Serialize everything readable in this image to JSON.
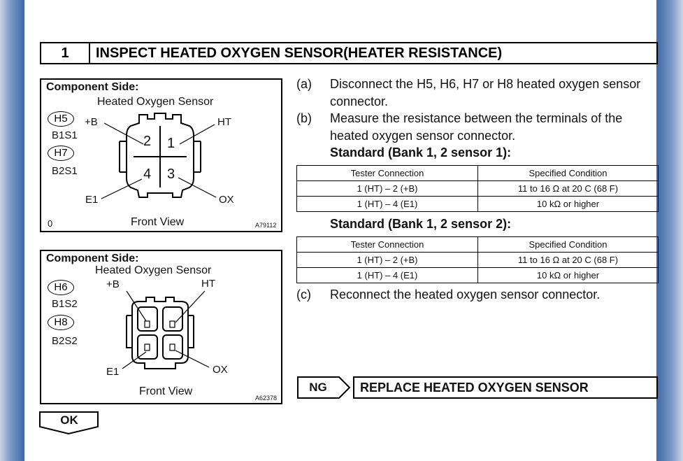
{
  "section": {
    "number": "1",
    "title": "INSPECT HEATED OXYGEN SENSOR(HEATER RESISTANCE)"
  },
  "diagram1": {
    "component_side": "Component Side:",
    "sensor_name": "Heated Oxygen Sensor",
    "circle1": "H5",
    "code1": "B1S1",
    "circle2": "H7",
    "code2": "B2S1",
    "pin_plus_b": "+B",
    "pin_ht": "HT",
    "pin_e1": "E1",
    "pin_ox": "OX",
    "terminals": [
      "2",
      "1",
      "4",
      "3"
    ],
    "view": "Front View",
    "corner_mark": "0",
    "figure_id": "A79112"
  },
  "diagram2": {
    "component_side": "Component Side:",
    "sensor_name": "Heated Oxygen Sensor",
    "circle1": "H6",
    "code1": "B1S2",
    "circle2": "H8",
    "code2": "B2S2",
    "pin_plus_b": "+B",
    "pin_ht": "HT",
    "pin_e1": "E1",
    "pin_ox": "OX",
    "view": "Front View",
    "figure_id": "A62378"
  },
  "steps": {
    "a_label": "(a)",
    "a_line1": "Disconnect the H5, H6, H7 or H8 heated oxygen sensor",
    "a_line2": "connector.",
    "b_label": "(b)",
    "b_line1": "Measure the resistance between the terminals of the",
    "b_line2": "heated oxygen sensor connector.",
    "c_label": "(c)",
    "c_line1": "Reconnect the heated oxygen sensor connector."
  },
  "standard1": {
    "title": "Standard (Bank 1, 2 sensor 1):",
    "headers": [
      "Tester Connection",
      "Specified Condition"
    ],
    "rows": [
      [
        "1 (HT) – 2 (+B)",
        "11 to 16 Ω at 20   C (68   F)"
      ],
      [
        "1 (HT) – 4 (E1)",
        "10 kΩ or higher"
      ]
    ]
  },
  "standard2": {
    "title": "Standard (Bank 1, 2 sensor 2):",
    "headers": [
      "Tester Connection",
      "Specified Condition"
    ],
    "rows": [
      [
        "1 (HT) – 2 (+B)",
        "11 to 16 Ω at 20   C (68   F)"
      ],
      [
        "1 (HT) – 4 (E1)",
        "10 kΩ or higher"
      ]
    ]
  },
  "result": {
    "ng_label": "NG",
    "ng_action": "REPLACE HEATED OXYGEN SENSOR",
    "ok_label": "OK"
  }
}
